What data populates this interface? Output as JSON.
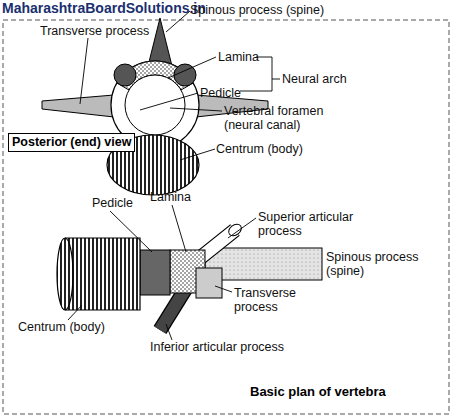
{
  "diagram": {
    "caption": "Basic plan of vertebra",
    "nodes": [
      {
        "text": [
          "Posterior (end) view"
        ]
      }
    ],
    "labels": [
      "MaharashtraBoardSolutions.in",
      "Spinous process (spine)",
      "Transverse process",
      "Lamina",
      "Neural arch",
      "Pedicle",
      "Vertebral foramen (neural canal)",
      "Centrum (body)",
      "Pedicle",
      "Lamina",
      "Superior articular process",
      "Spinous process (spine)",
      "Centrum (body)",
      "Transverse process",
      "Inferior articular process"
    ]
  }
}
